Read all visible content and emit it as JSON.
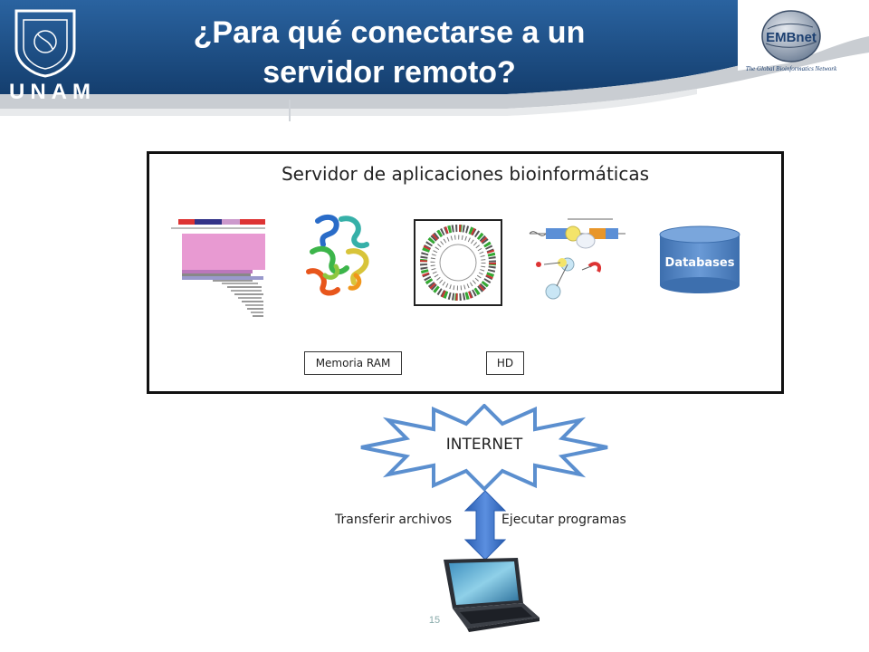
{
  "header": {
    "title_line1": "¿Para qué conectarse a un",
    "title_line2": "servidor remoto?",
    "left_logo_text": "UNAM",
    "right_logo_text": "EMBnet",
    "right_logo_tagline": "The Global Bioinformatics Network"
  },
  "server": {
    "title": "Servidor de aplicaciones bioinformáticas",
    "database_label": "Databases",
    "ram_label": "Memoria RAM",
    "hd_label": "HD"
  },
  "internet": {
    "label": "INTERNET"
  },
  "arrow": {
    "left_label": "Transferir archivos",
    "right_label": "Ejecutar programas"
  },
  "footer": {
    "page_number": "15"
  },
  "colors": {
    "header_blue": "#1c4f86",
    "star_fill": "#ffffff",
    "star_stroke": "#5b8fcf",
    "database_blue": "#4f81bd",
    "arrow_blue": "#3a6fc4"
  }
}
